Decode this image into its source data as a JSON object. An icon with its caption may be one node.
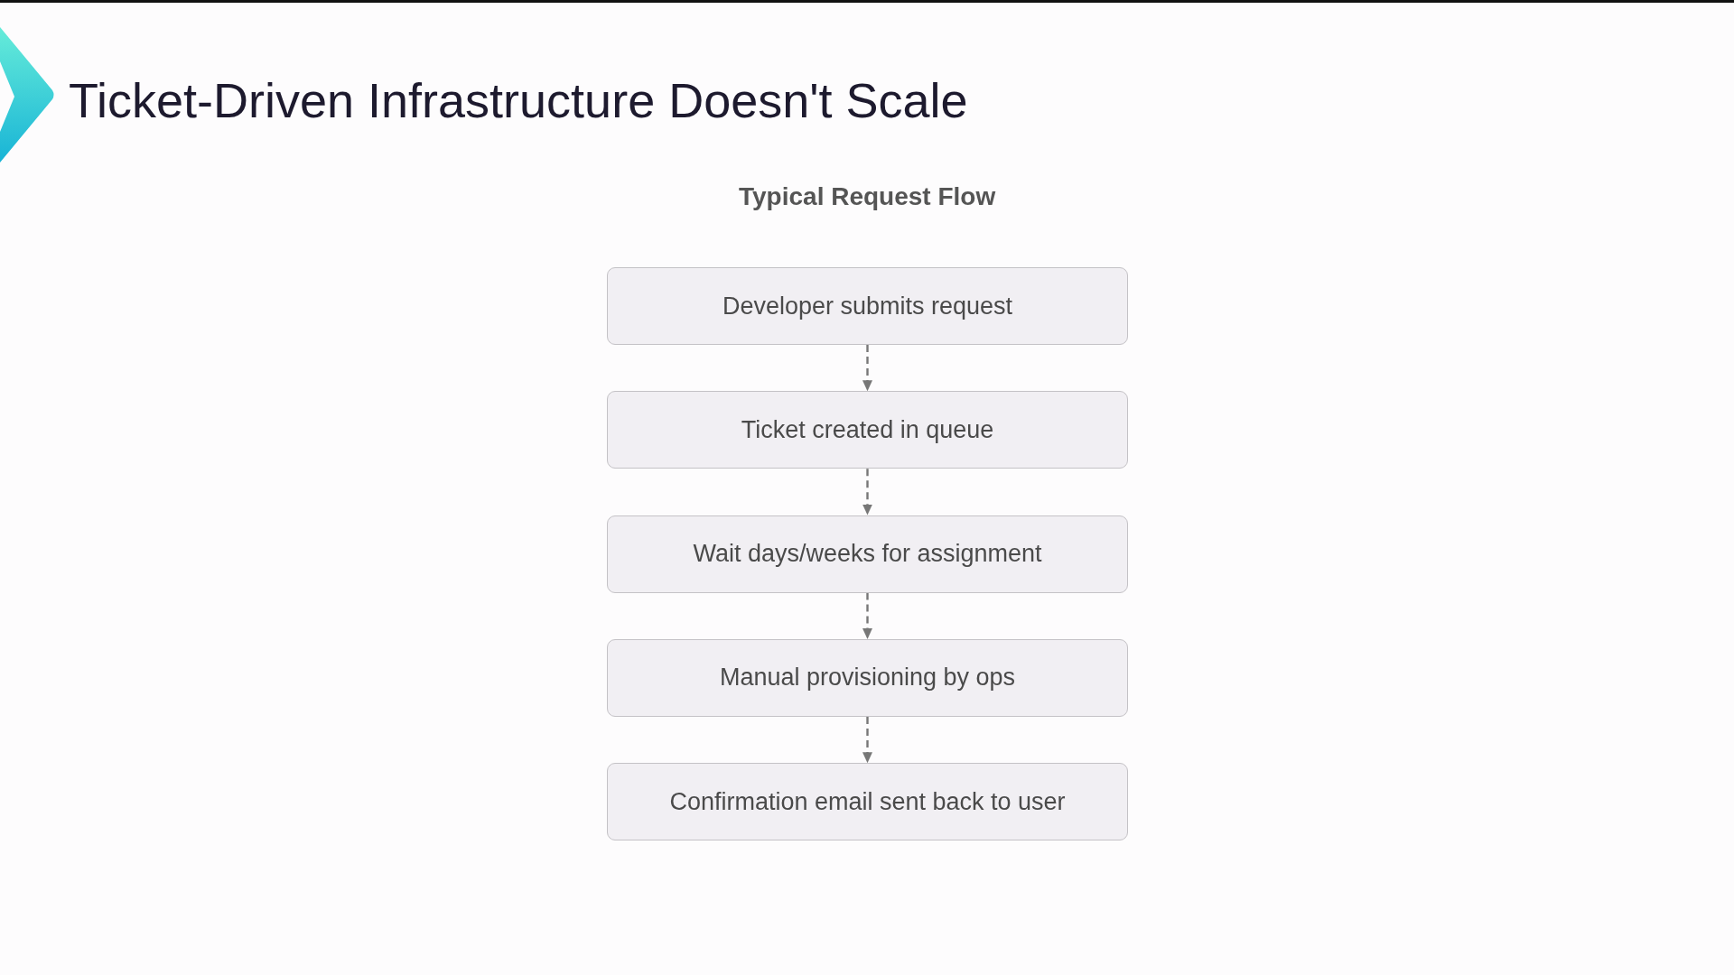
{
  "diagram": {
    "title": "Ticket-Driven Infrastructure Doesn't Scale",
    "nodes": [
      {
        "text": [
          "Developer submits request"
        ]
      },
      {
        "text": [
          "Ticket created in queue"
        ]
      },
      {
        "text": [
          "Wait days/weeks for assignment"
        ]
      },
      {
        "text": [
          "Manual provisioning by ops"
        ]
      },
      {
        "text": [
          "Confirmation email sent back to user"
        ]
      }
    ],
    "edges": [
      {
        "from": 0,
        "to": 1,
        "arrow": "to",
        "style": "dashed"
      },
      {
        "from": 1,
        "to": 2,
        "arrow": "to",
        "style": "dashed"
      },
      {
        "from": 2,
        "to": 3,
        "arrow": "to",
        "style": "dashed"
      },
      {
        "from": 3,
        "to": 4,
        "arrow": "to",
        "style": "dashed"
      }
    ],
    "labels": [
      "Typical Request Flow"
    ]
  }
}
